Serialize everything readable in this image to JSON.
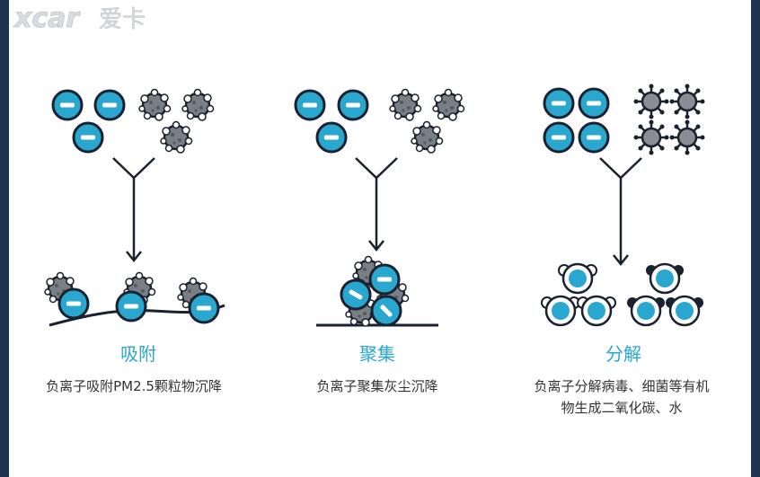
{
  "watermark": {
    "text": "xcar",
    "brand": "爱卡"
  },
  "columns": [
    {
      "title": "吸附",
      "description_lines": [
        "负离子吸附PM2.5颗粒物沉降"
      ]
    },
    {
      "title": "聚集",
      "description_lines": [
        "负离子聚集灰尘沉降"
      ]
    },
    {
      "title": "分解",
      "description_lines": [
        "负离子分解病毒、细菌等有机",
        "物生成二氧化碳、水"
      ]
    }
  ],
  "colors": {
    "ion": "#2aa7cf",
    "ion_stroke": "#1a2230",
    "particle": "#7a7f86",
    "title": "#2aa7cf",
    "text": "#333333",
    "frame": "#1f3350"
  }
}
